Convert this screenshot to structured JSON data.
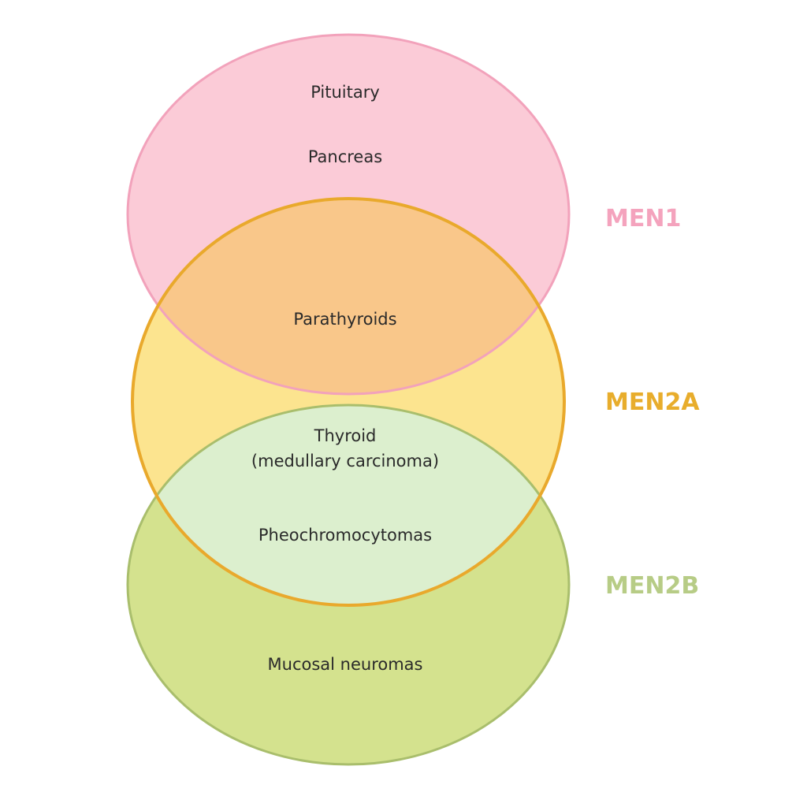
{
  "groups": {
    "men1": {
      "label": "MEN1",
      "color": "#f4a3bd",
      "fill": "#fbcbd7",
      "stroke": "#f2a2bb"
    },
    "men2a": {
      "label": "MEN2A",
      "color": "#e8ad2c",
      "fill": "#fce48f",
      "stroke": "#e9a92c"
    },
    "men2b": {
      "label": "MEN2B",
      "color": "#b7cc86",
      "fill": "#d4e28e",
      "stroke": "#a9be6c"
    }
  },
  "overlaps": {
    "men1_men2a": "#f9c78a",
    "men2a_men2b": "#dcefce"
  },
  "regions": {
    "pituitary": "Pituitary",
    "pancreas": "Pancreas",
    "parathyroids": "Parathyroids",
    "thyroid_line1": "Thyroid",
    "thyroid_line2": "(medullary carcinoma)",
    "pheochromocytomas": "Pheochromocytomas",
    "mucosal_neuromas": "Mucosal neuromas"
  }
}
